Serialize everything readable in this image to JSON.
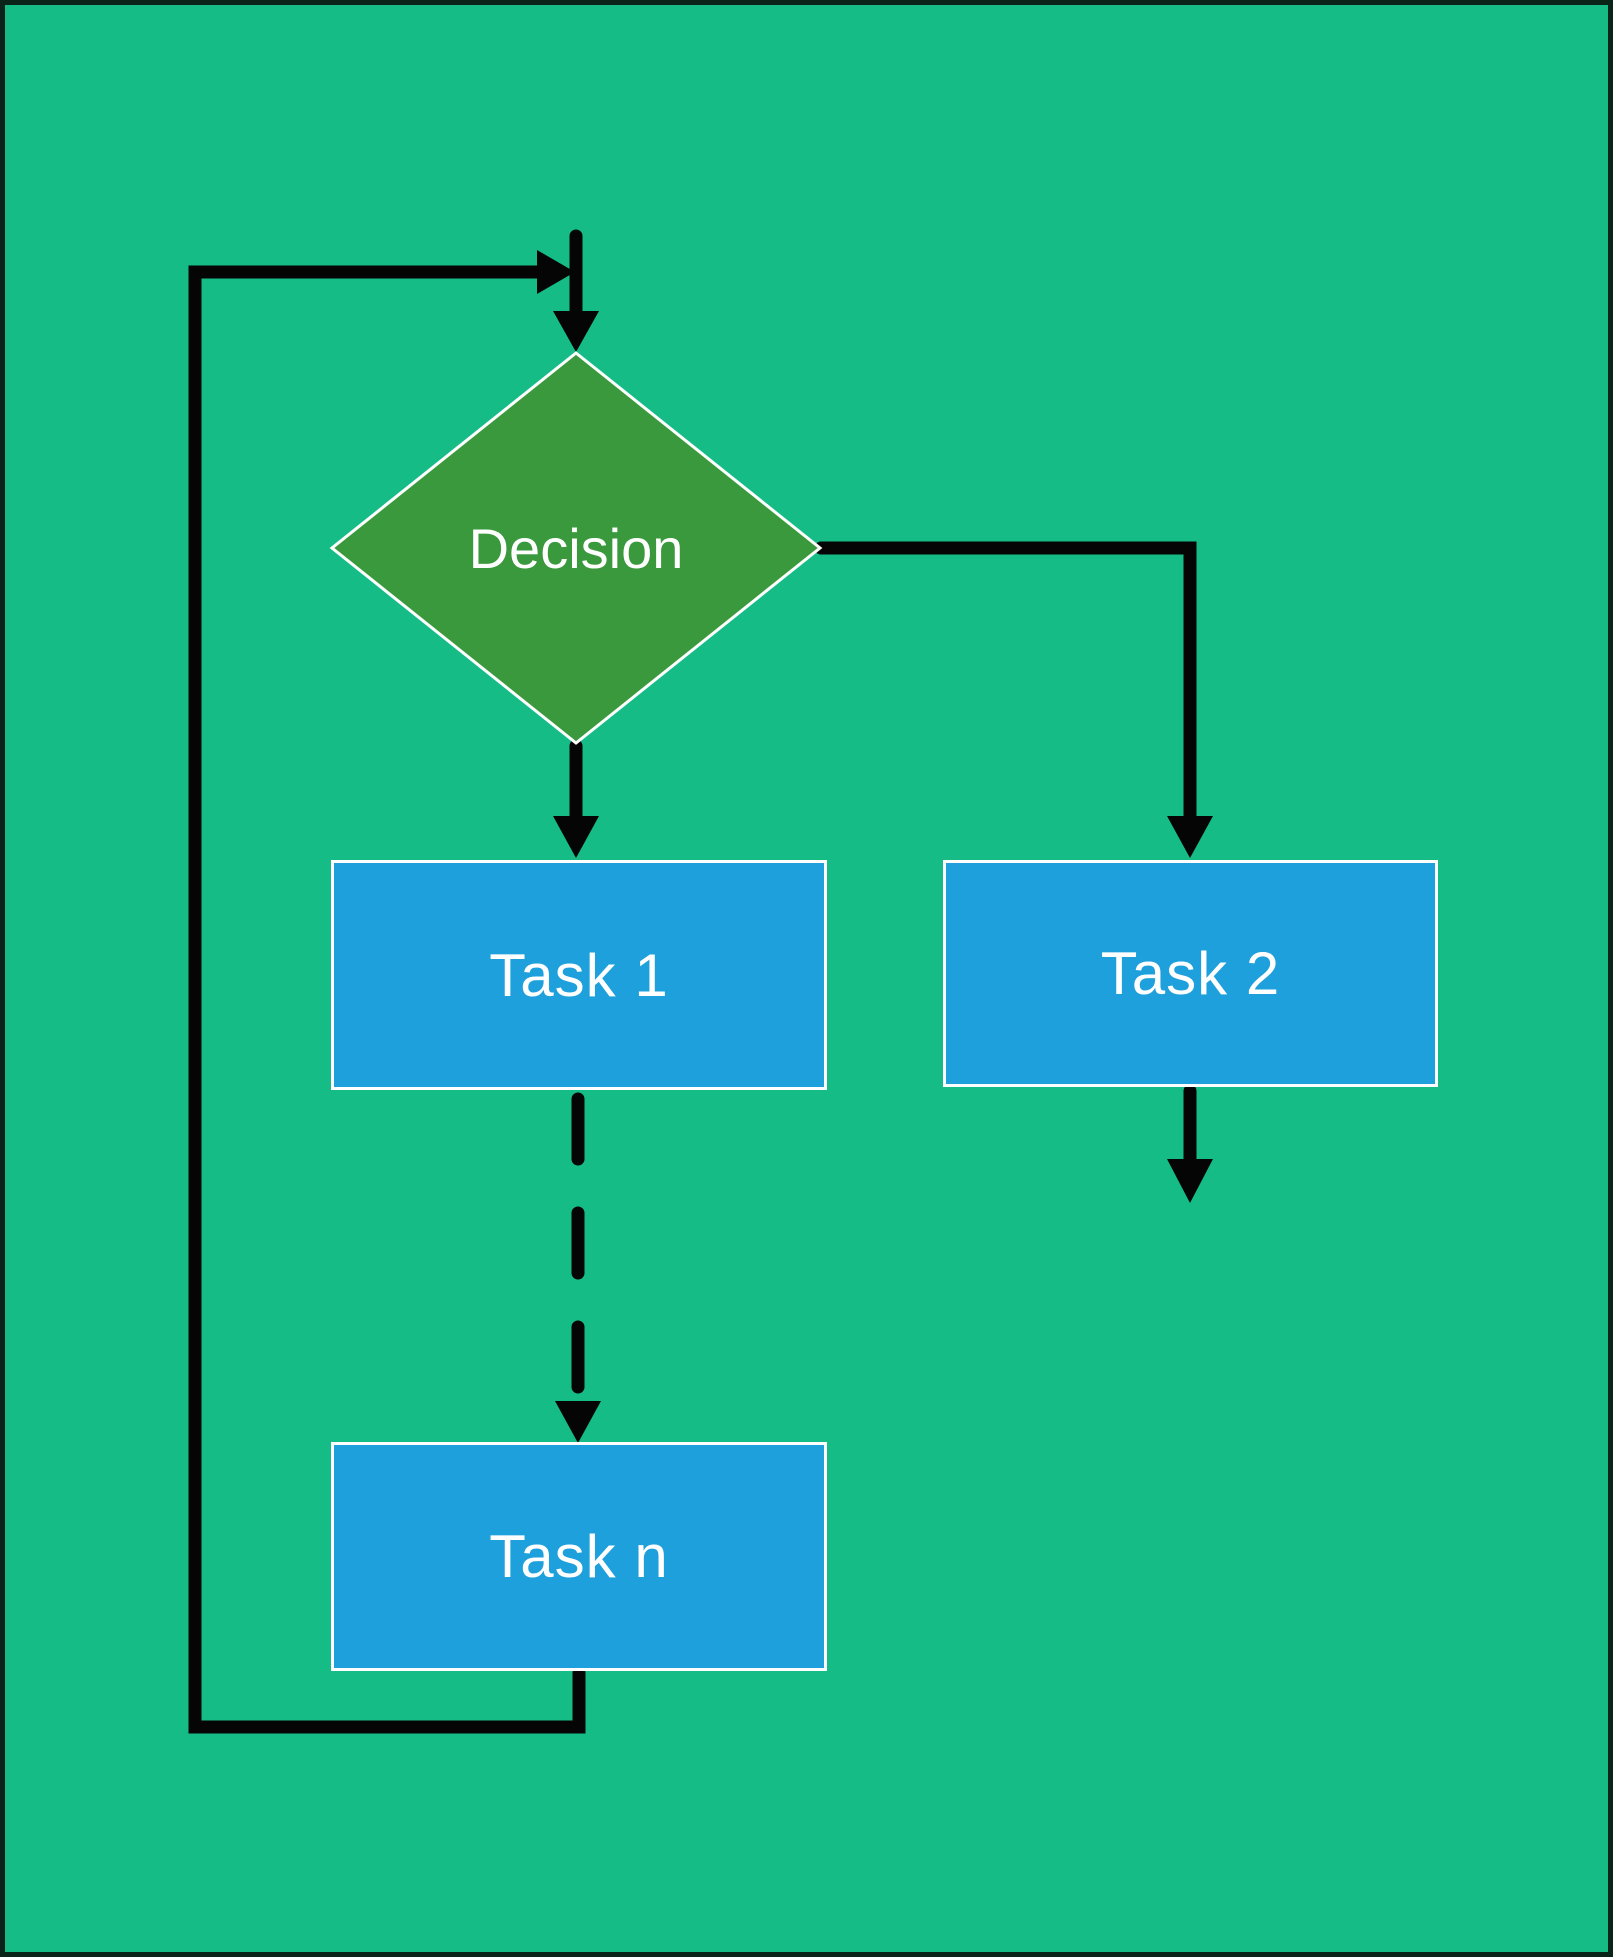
{
  "diagram": {
    "type": "flowchart",
    "background_color": "#16BC86",
    "frame_color": "#0A241A",
    "connector_color": "#050505",
    "node_border_color": "#FFFFFF",
    "text_color": "#FFFFFF",
    "nodes": [
      {
        "id": "decision",
        "type": "diamond",
        "label": "Decision",
        "fill": "#3A993C"
      },
      {
        "id": "task1",
        "type": "rectangle",
        "label": "Task 1",
        "fill": "#1EA0DC"
      },
      {
        "id": "task2",
        "type": "rectangle",
        "label": "Task 2",
        "fill": "#1EA0DC"
      },
      {
        "id": "taskn",
        "type": "rectangle",
        "label": "Task n",
        "fill": "#1EA0DC"
      }
    ],
    "edges": [
      {
        "from": "start",
        "to": "decision",
        "style": "solid",
        "arrow": true
      },
      {
        "from": "decision",
        "to": "task1",
        "style": "solid",
        "arrow": true
      },
      {
        "from": "decision",
        "to": "task2",
        "style": "solid",
        "arrow": true
      },
      {
        "from": "task1",
        "to": "taskn",
        "style": "dashed",
        "arrow": true
      },
      {
        "from": "taskn",
        "to": "decision",
        "style": "solid-loop-left",
        "arrow": true
      },
      {
        "from": "task2",
        "to": "exit",
        "style": "solid",
        "arrow": true
      }
    ]
  }
}
